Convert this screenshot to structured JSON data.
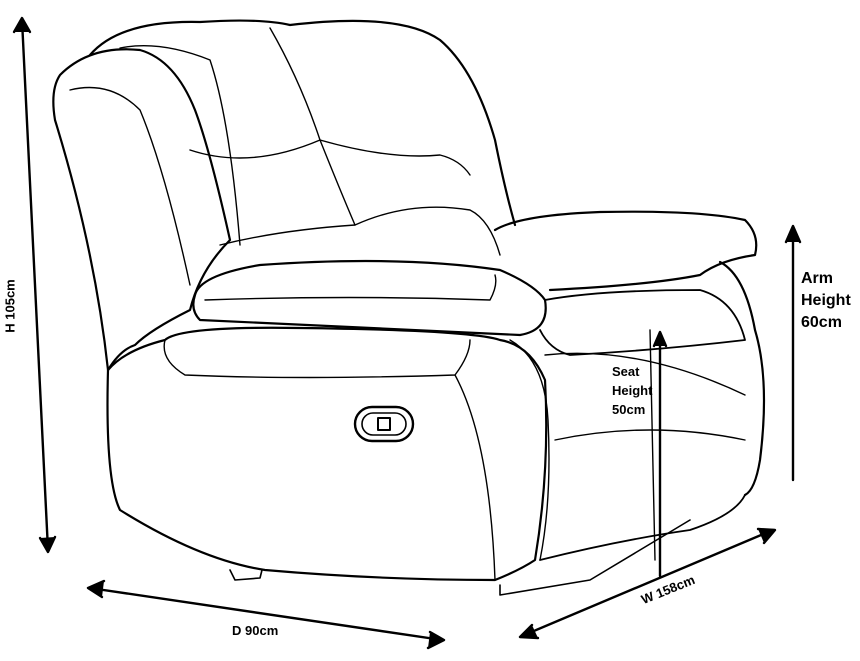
{
  "dimensions": {
    "height": "H 105cm",
    "depth": "D 90cm",
    "width": "W 158cm",
    "arm_height": [
      "Arm",
      "Height",
      "60cm"
    ],
    "seat_height": [
      "Seat",
      "Height",
      "50cm"
    ]
  },
  "colors": {
    "line": "#000000",
    "background": "#ffffff"
  }
}
